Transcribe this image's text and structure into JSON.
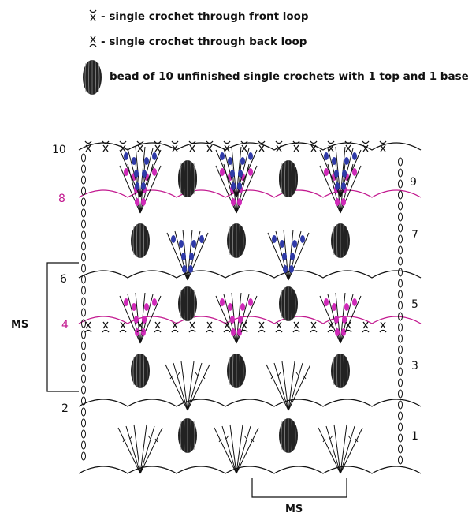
{
  "legend": {
    "items": [
      {
        "icon": "sc-front-loop-icon",
        "dash": "-",
        "label": "single crochet through front loop"
      },
      {
        "icon": "sc-back-loop-icon",
        "dash": "-",
        "label": "single crochet through back loop"
      },
      {
        "icon": "bead-icon",
        "dash": "",
        "label": "bead of 10 unfinished single crochets with 1 top and 1 base"
      }
    ]
  },
  "rows_left": [
    {
      "num": "10",
      "color": "#111111"
    },
    {
      "num": "8",
      "color": "#c2188f"
    },
    {
      "num": "6",
      "color": "#111111"
    },
    {
      "num": "4",
      "color": "#c2188f"
    },
    {
      "num": "2",
      "color": "#111111"
    }
  ],
  "rows_right": [
    {
      "num": "9"
    },
    {
      "num": "7"
    },
    {
      "num": "5"
    },
    {
      "num": "3"
    },
    {
      "num": "1"
    }
  ],
  "brackets": {
    "left_label": "MS",
    "bottom_label": "MS"
  },
  "colors": {
    "blue": "#2f3aa8",
    "magenta": "#d02ab8",
    "black": "#111111"
  }
}
